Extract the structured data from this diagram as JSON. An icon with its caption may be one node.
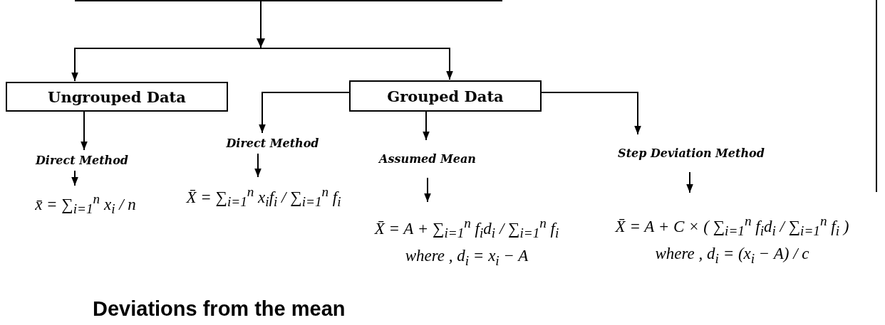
{
  "diagram": {
    "nodes": [
      {
        "text": [],
        "shape": "box"
      },
      {
        "text": [
          "Ungrouped Data"
        ]
      },
      {
        "text": [
          "Grouped Data"
        ]
      },
      {
        "text": [
          "Direct Method"
        ]
      },
      {
        "text": [
          "x̄ = ∑$_{i=1}$$^{n}$ x$_{i}$ / n"
        ]
      },
      {
        "text": [
          "Direct Method"
        ]
      },
      {
        "text": [
          "X̄ = ∑$_{i=1}$$^{n}$ x$_{i}$f$_{i}$ / ∑$_{i=1}$$^{n}$ f$_{i}$"
        ]
      },
      {
        "text": [
          "Assumed Mean"
        ]
      },
      {
        "text": [
          "X̄ = A + ∑$_{i=1}$$^{n}$ f$_{i}$d$_{i}$ / ∑$_{i=1}$$^{n}$ f$_{i}$",
          "where , d$_{i}$ = x$_{i}$ − A"
        ]
      },
      {
        "text": [
          "Step Deviation Method"
        ]
      },
      {
        "text": [
          "X̄ = A + C × ( ∑$_{i=1}$$^{n}$ f$_{i}$d$_{i}$ / ∑$_{i=1}$$^{n}$ f$_{i}$ )",
          "where , d$_{i}$ = (x$_{i}$ − A) / c"
        ]
      }
    ],
    "edges": [
      {
        "from": 0,
        "to": 1,
        "arrow": "to"
      },
      {
        "from": 0,
        "to": 2,
        "arrow": "to"
      },
      {
        "from": 1,
        "to": 3,
        "arrow": "to"
      },
      {
        "from": 3,
        "to": 4,
        "arrow": "to"
      },
      {
        "from": 2,
        "to": 5,
        "arrow": "to"
      },
      {
        "from": 5,
        "to": 6,
        "arrow": "to"
      },
      {
        "from": 2,
        "to": 7,
        "arrow": "to"
      },
      {
        "from": 7,
        "to": 8,
        "arrow": "to"
      },
      {
        "from": 2,
        "to": 9,
        "arrow": "to"
      },
      {
        "from": 9,
        "to": 10,
        "arrow": "to"
      }
    ],
    "labels": [
      "Deviations from the mean"
    ]
  }
}
